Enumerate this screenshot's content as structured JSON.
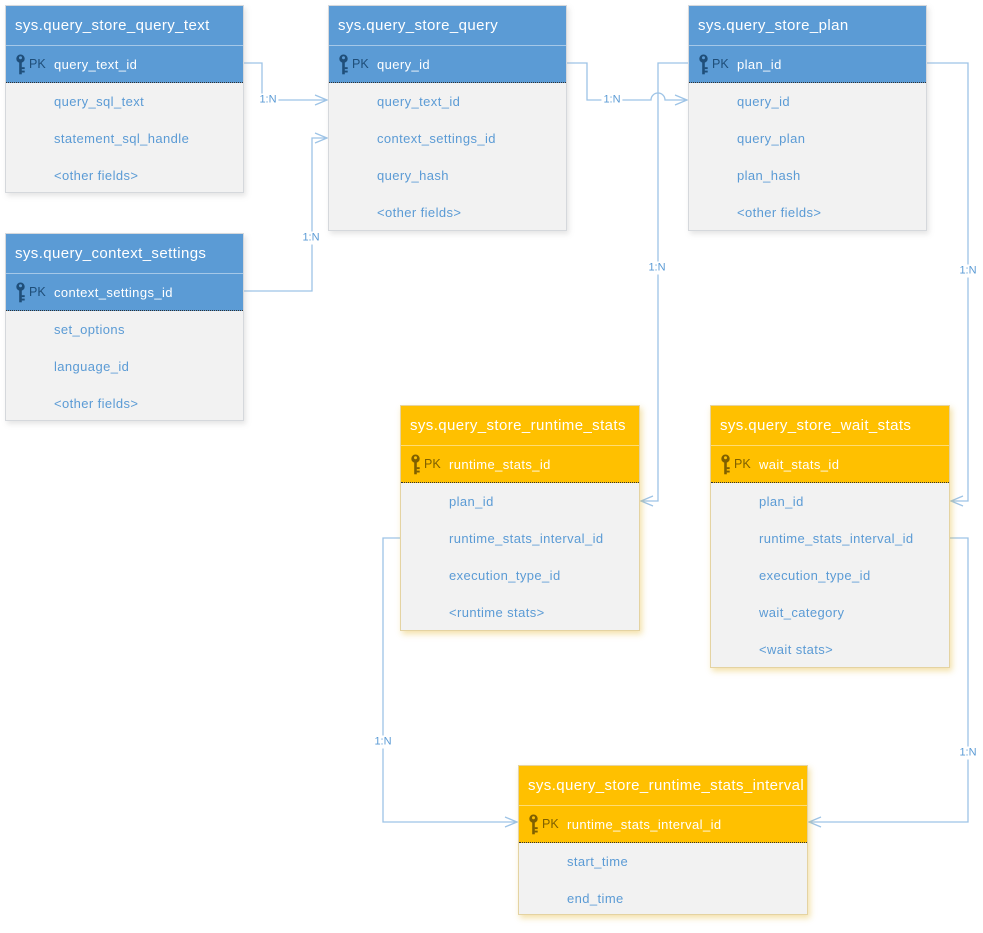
{
  "diagram": {
    "type": "entity-relationship",
    "pk_label": "PK",
    "colors": {
      "blue_header": "#5B9BD5",
      "orange_header": "#FFC000",
      "body_background": "#F2F2F2",
      "field_text": "#5B9BD5",
      "header_text": "#FFFFFF",
      "pk_text_blue_theme": "#1F4E79",
      "pk_text_orange_theme": "#7F6000",
      "connector": "#9DC3E6"
    },
    "tables": [
      {
        "title": "sys.query_store_query_text",
        "theme": "blue",
        "pk": "query_text_id",
        "fields": [
          "query_sql_text",
          "statement_sql_handle",
          "<other fields>"
        ]
      },
      {
        "title": "sys.query_store_query",
        "theme": "blue",
        "pk": "query_id",
        "fields": [
          "query_text_id",
          "context_settings_id",
          "query_hash",
          "<other fields>"
        ]
      },
      {
        "title": "sys.query_store_plan",
        "theme": "blue",
        "pk": "plan_id",
        "fields": [
          "query_id",
          "query_plan",
          "plan_hash",
          "<other fields>"
        ]
      },
      {
        "title": "sys.query_context_settings",
        "theme": "blue",
        "pk": "context_settings_id",
        "fields": [
          "set_options",
          "language_id",
          "<other fields>"
        ]
      },
      {
        "title": "sys.query_store_runtime_stats",
        "theme": "orange",
        "pk": "runtime_stats_id",
        "fields": [
          "plan_id",
          "runtime_stats_interval_id",
          "execution_type_id",
          "<runtime stats>"
        ]
      },
      {
        "title": "sys.query_store_wait_stats",
        "theme": "orange",
        "pk": "wait_stats_id",
        "fields": [
          "plan_id",
          "runtime_stats_interval_id",
          "execution_type_id",
          "wait_category",
          "<wait stats>"
        ]
      },
      {
        "title": "sys.query_store_runtime_stats_interval",
        "theme": "orange",
        "pk": "runtime_stats_interval_id",
        "fields": [
          "start_time",
          "end_time"
        ]
      }
    ],
    "relationships": [
      {
        "label": "1:N",
        "from": "sys.query_store_query_text.query_text_id",
        "to": "sys.query_store_query.query_text_id"
      },
      {
        "label": "1:N",
        "from": "sys.query_context_settings.context_settings_id",
        "to": "sys.query_store_query.context_settings_id"
      },
      {
        "label": "1:N",
        "from": "sys.query_store_query.query_id",
        "to": "sys.query_store_plan.query_id"
      },
      {
        "label": "1:N",
        "from": "sys.query_store_plan.plan_id",
        "to": "sys.query_store_runtime_stats.plan_id"
      },
      {
        "label": "1:N",
        "from": "sys.query_store_plan.plan_id",
        "to": "sys.query_store_wait_stats.plan_id"
      },
      {
        "label": "1:N",
        "from": "sys.query_store_runtime_stats_interval.runtime_stats_interval_id",
        "to": "sys.query_store_runtime_stats.runtime_stats_interval_id"
      },
      {
        "label": "1:N",
        "from": "sys.query_store_runtime_stats_interval.runtime_stats_interval_id",
        "to": "sys.query_store_wait_stats.runtime_stats_interval_id"
      }
    ]
  }
}
